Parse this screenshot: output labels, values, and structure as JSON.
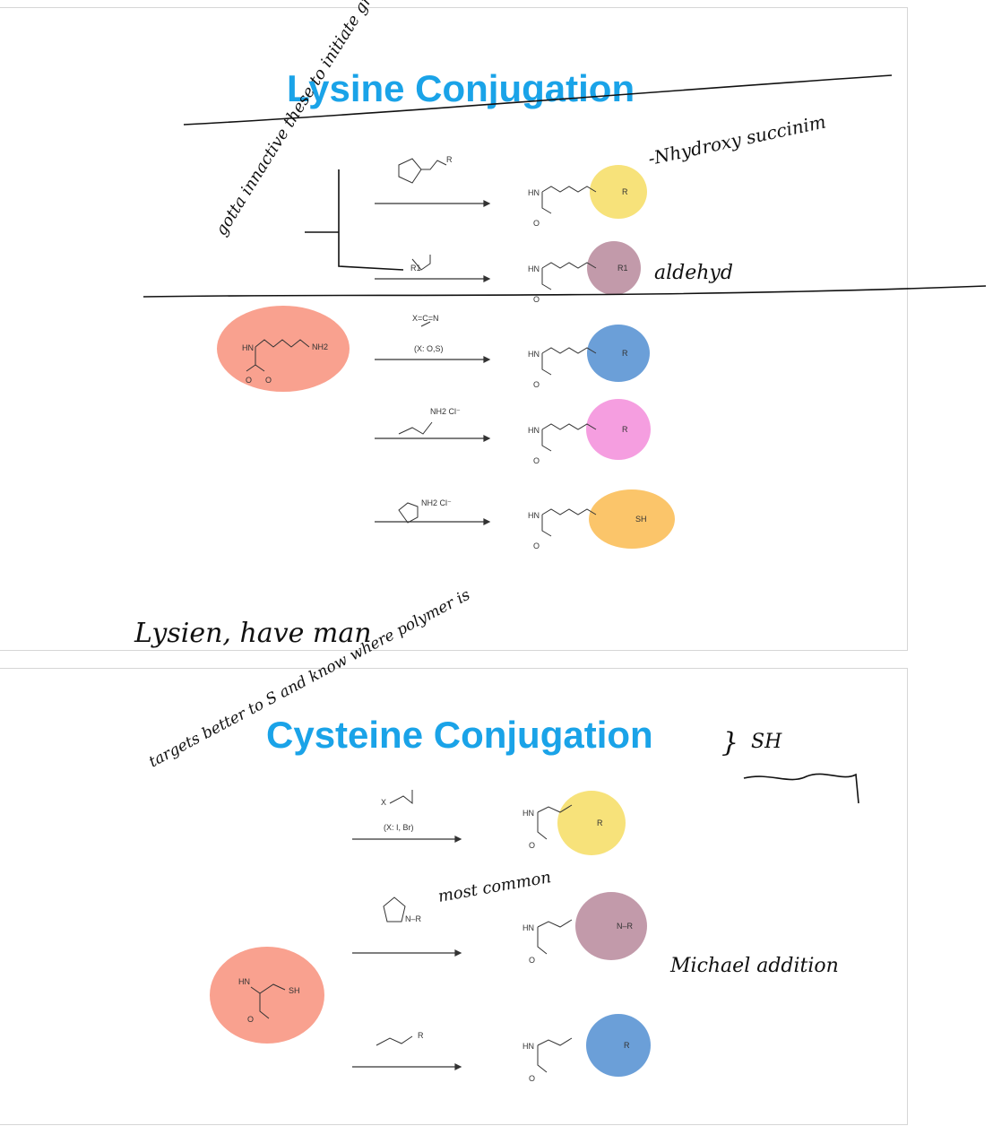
{
  "slides": [
    {
      "title": "Lysine Conjugation",
      "start_material_label": "NH2",
      "reactions": [
        {
          "reagent_label": "R",
          "reagent_note": "",
          "product_group": "R"
        },
        {
          "reagent_label": "R1",
          "reagent_note": "",
          "product_group": "R1"
        },
        {
          "reagent_label": "X=C=N",
          "reagent_note": "(X: O,S)",
          "product_group": "R"
        },
        {
          "reagent_label": "NH2  Cl⁻",
          "reagent_note": "",
          "product_group": "R"
        },
        {
          "reagent_label": "NH2  Cl⁻",
          "reagent_note": "",
          "product_group": "SH"
        }
      ],
      "annotations": {
        "left_margin_note": "gotta innactive these to initiate groups or end of polymer",
        "nhs_note": "-Nhydroxy succinim",
        "aldehyde_note": "aldehyd",
        "bottom_note": "Lysien, have man"
      }
    },
    {
      "title": "Cysteine Conjugation",
      "start_material_label": "SH",
      "reactions": [
        {
          "reagent_label": "X",
          "reagent_note": "(X: I, Br)",
          "product_group": "R"
        },
        {
          "reagent_label": "N–R",
          "reagent_note": "",
          "product_group": "N–R"
        },
        {
          "reagent_label": "R",
          "reagent_note": "",
          "product_group": "R"
        }
      ],
      "annotations": {
        "left_note": "targets better to S and know where polymer is",
        "maleimide_note": "most common",
        "thiol_note": "SH",
        "michael_note": "Michael addition"
      }
    }
  ],
  "colors": {
    "title": "#1aa3e8",
    "yellow": "#f7e27a",
    "mauve": "#c29aaa",
    "blue": "#6b9fd8",
    "pink": "#f59ee0",
    "orange": "#fbc56a",
    "salmon": "#f9a18f"
  }
}
